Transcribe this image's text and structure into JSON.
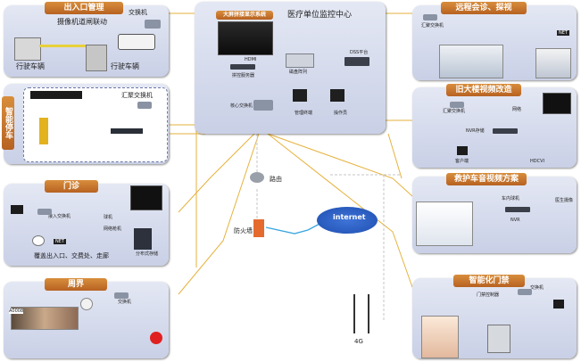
{
  "entrance": {
    "title": "出入口管理",
    "switch_label": "交换机",
    "camera_label": "摄像机道闸联动",
    "vehicle_left": "行驶车辆",
    "vehicle_right": "行驶车辆"
  },
  "parking": {
    "title": "智能停车",
    "aggregation_switch": "汇聚交换机"
  },
  "outpatient": {
    "title": "门诊",
    "access_switch": "接入交换机",
    "ball_camera": "球机",
    "network_gun": "网络枪机",
    "storage": "分布式存储",
    "net_badge": "NET",
    "footer": "覆盖出入口、交费处、走廊"
  },
  "perimeter": {
    "title": "周界",
    "switch_label": "交换机",
    "barcode": "A0008"
  },
  "center": {
    "title": "医疗单位监控中心",
    "wall_title": "大屏拼接显示系统",
    "hdmi": "HDMI",
    "decoder": "拼控服务器",
    "storage": "磁盘阵列",
    "dss": "DSS平台",
    "core_switch": "核心交换机",
    "mgmt": "管理终端",
    "operator": "操作员"
  },
  "network": {
    "router": "路由",
    "firewall": "防火墙",
    "internet": "internet",
    "tower": "4G"
  },
  "remote": {
    "title": "远程会诊、探视",
    "switch_label": "汇聚交换机",
    "net_badge": "NET"
  },
  "old_building": {
    "title": "旧大楼视频改造",
    "switch_label": "汇聚交换机",
    "network": "网络",
    "nvr": "NVR存储",
    "client": "客户端",
    "hdcvi": "HDCVI"
  },
  "ambulance": {
    "title": "救护车音视频方案",
    "nvr": "NVR",
    "dome": "车内球机",
    "medical": "医生摄像"
  },
  "access": {
    "title": "智能化门禁",
    "switch_label": "交换机",
    "controller": "门禁控制器"
  }
}
